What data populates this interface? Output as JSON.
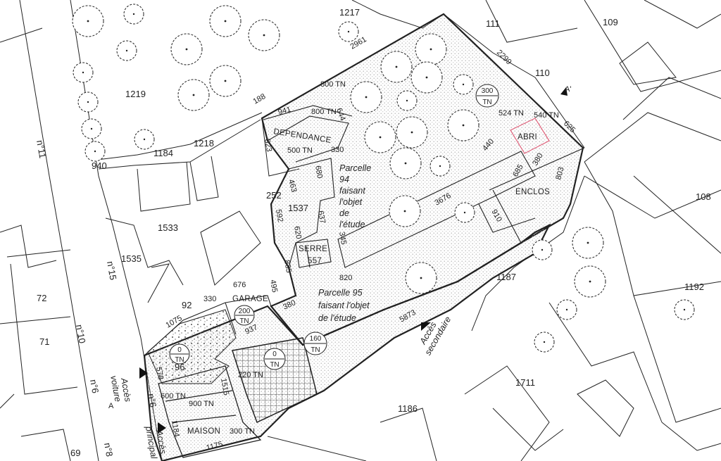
{
  "parcels": {
    "p1217": "1217",
    "p111": "111",
    "p109": "109",
    "p110": "110",
    "p1219": "1219",
    "p1184": "1184",
    "p1218": "1218",
    "p940": "940",
    "p1533": "1533",
    "p1535": "1535",
    "p1537": "1537",
    "p252": "252",
    "p108": "108",
    "p1192": "1192",
    "p1187": "1187",
    "p1711": "1711",
    "p1186": "1186",
    "p72": "72",
    "p71": "71",
    "p69": "69",
    "p92": "92",
    "p96": "96"
  },
  "street_numbers": {
    "n11": "n°11",
    "n15": "n°15",
    "n10": "n°10",
    "n6a": "n°6",
    "n6b": "n°6",
    "n8": "n°8"
  },
  "buildings": {
    "dependance": "DEPENDANCE",
    "serre": "SERRE",
    "serre_val": "557",
    "garage": "GARAGE",
    "abri": "ABRI",
    "enclos": "ENCLOS",
    "maison": "MAISON"
  },
  "parcel_notes": {
    "p94_l1": "Parcelle",
    "p94_l2": "94",
    "p94_l3": "faisant",
    "p94_l4": "l'objet",
    "p94_l5": "de",
    "p94_l6": "l'étude",
    "p95_l1": "Parcelle 95",
    "p95_l2": "faisant l'objet",
    "p95_l3": "de l'étude"
  },
  "access": {
    "secondaire_l1": "Accès",
    "secondaire_l2": "secondaire",
    "voiture_l1": "Accès",
    "voiture_l2": "voiture",
    "principal_l1": "Accès",
    "principal_l2": "principal"
  },
  "levels": {
    "c300_top": "300",
    "c300_bot": "TN",
    "c200_top": "200",
    "c200_bot": "TN",
    "c160_top": "160",
    "c160_bot": "TN",
    "c0a_top": "0",
    "c0a_bot": "TN",
    "c0b_top": "0",
    "c0b_bot": "TN",
    "t800a": "800 TN",
    "t800b": "800 TN",
    "t524": "524 TN",
    "t540": "540 TN",
    "t500": "500 TN",
    "t220": "220 TN",
    "t600": "600 TN",
    "t900": "900 TN",
    "t300": "300 TN"
  },
  "dimensions": {
    "d2961": "2961",
    "d2299": "2299",
    "d188": "188",
    "d941": "941",
    "d644": "644",
    "d625": "625",
    "d440": "440",
    "d380a": "380",
    "d685": "685",
    "d803": "803",
    "d823": "823",
    "d330a": "330",
    "d680": "680",
    "d463": "463",
    "d592": "592",
    "d637": "637",
    "d620": "620",
    "d345": "345",
    "d3676": "3676",
    "d910": "910",
    "d835": "835",
    "d820": "820",
    "d495": "495",
    "d676": "676",
    "d330b": "330",
    "d380b": "380",
    "d1075": "1075",
    "d937": "937",
    "d5873": "5873",
    "d578": "578",
    "d1515": "1515",
    "d1184": "1184",
    "d1175": "1175"
  },
  "markers": {
    "a1": "A",
    "a2": "A'"
  },
  "colors": {
    "line": "#222222",
    "stipple": "#b5b5b5",
    "abri_outline": "#e0607a"
  }
}
